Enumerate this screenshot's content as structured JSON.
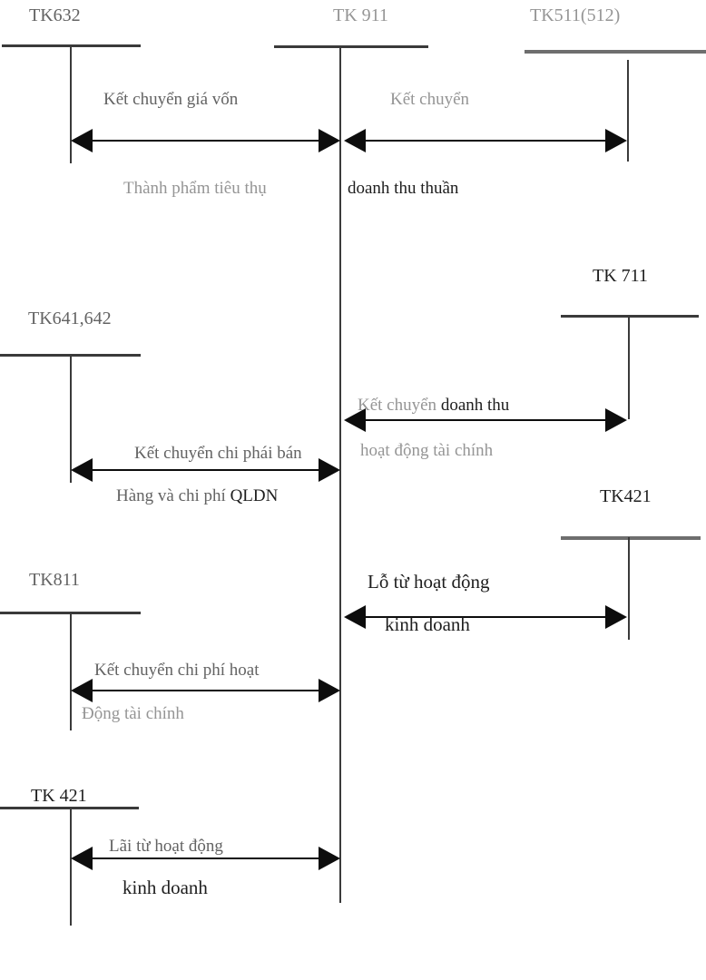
{
  "diagram": {
    "type": "t-account-closing-entries-diagram",
    "central_account": "TK 911",
    "accounts": {
      "tk632": "TK632",
      "tk911": "TK 911",
      "tk511": "TK511(512)",
      "tk641": "TK641,642",
      "tk711": "TK 711",
      "tk421_right": "TK421",
      "tk811": "TK811",
      "tk421_bottom": "TK 421"
    },
    "flows": [
      {
        "above": "Kết chuyển giá vốn",
        "below": "Thành phẩm tiêu thụ"
      },
      {
        "above": "Kết chuyển",
        "below": "doanh thu thuần"
      },
      {
        "above_gray": "Kết chuyển ",
        "above_dark": "doanh thu",
        "below": "hoạt động tài chính"
      },
      {
        "above": "Kết chuyển chi phái bán",
        "below_gray": "Hàng và chi phí ",
        "below_dark": "QLDN"
      },
      {
        "above": "Lỗ từ hoạt động",
        "below": "kinh doanh"
      },
      {
        "above": "Kết chuyển chi phí hoạt",
        "below": "Động tài chính"
      },
      {
        "above": "Lãi từ hoạt động",
        "below": "kinh doanh"
      }
    ],
    "colors": {
      "background": "#ffffff",
      "line_dark": "#3a3a3a",
      "line_gray": "#6e6e6e",
      "arrow": "#0d0d0d",
      "text_dark": "#1e1e1e",
      "text_mid": "#636363",
      "text_gray": "#959595"
    }
  }
}
